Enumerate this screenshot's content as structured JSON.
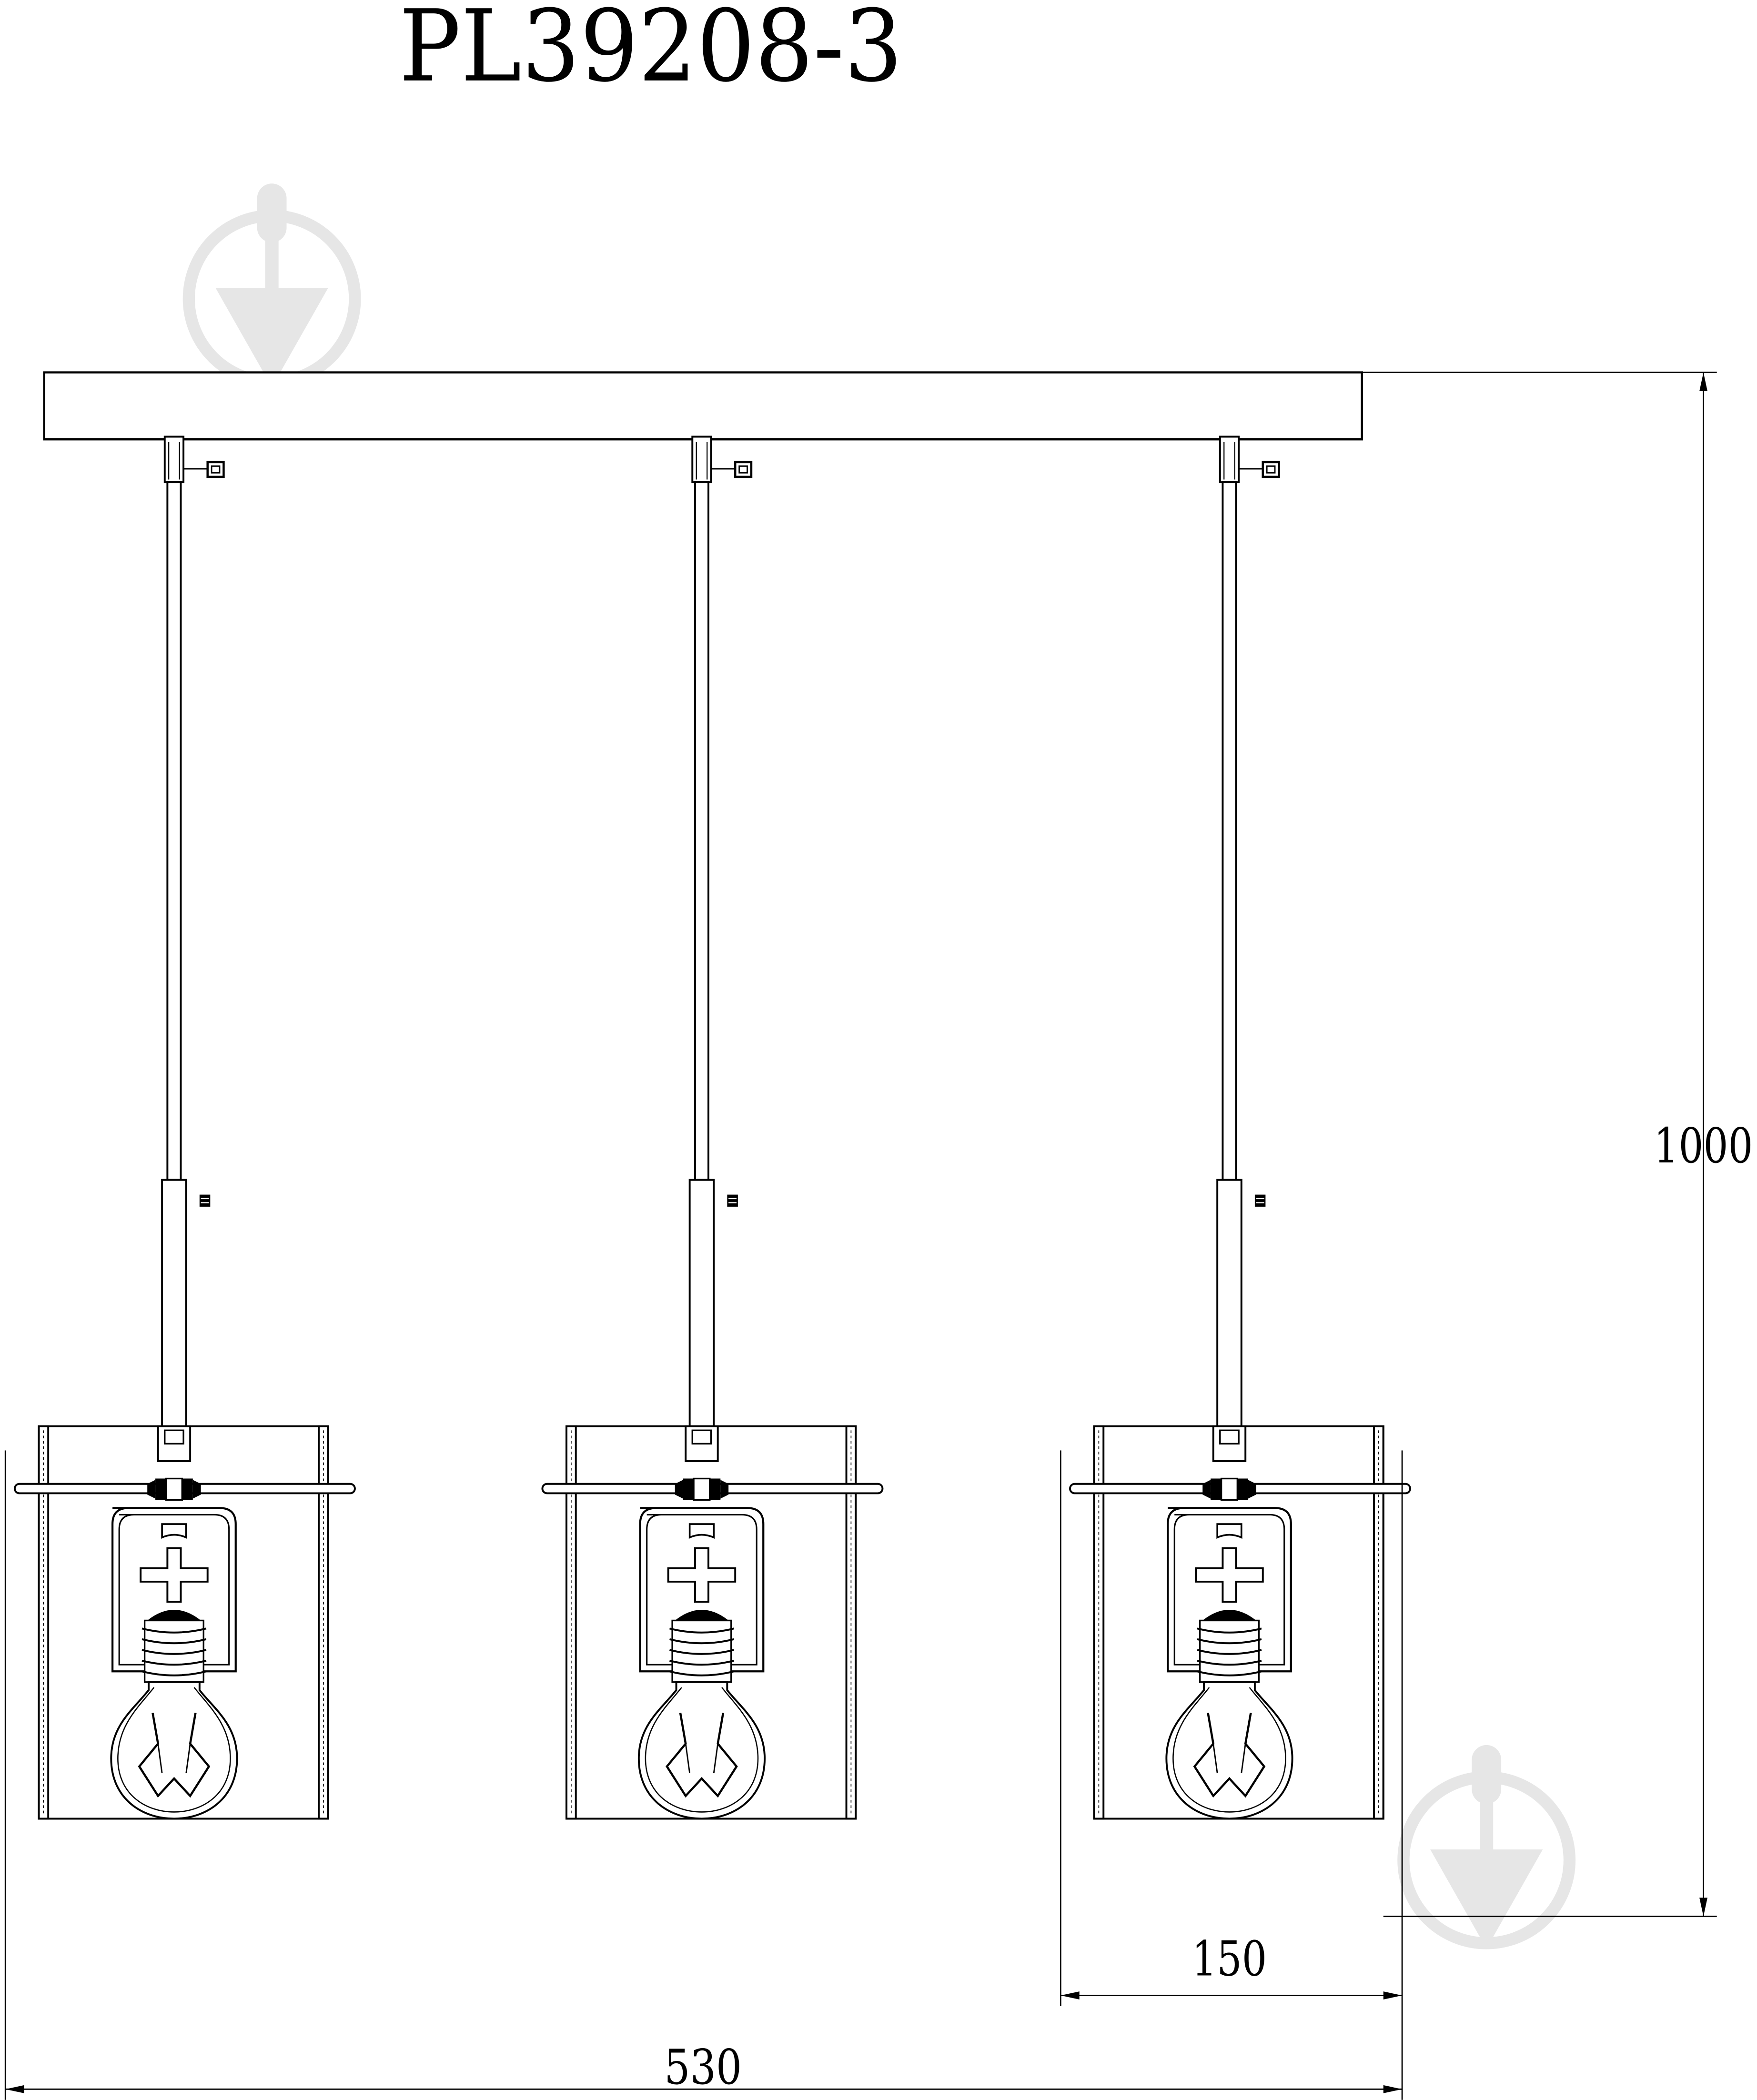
{
  "title": "PL39208-3",
  "dimensions": {
    "height": "1000",
    "shade_width": "150",
    "total_width": "530"
  },
  "watermark": {
    "icon": "pin-drop-logo-icon"
  },
  "colors": {
    "line": "#000000",
    "background": "#ffffff",
    "watermark": "#e6e6e6"
  }
}
